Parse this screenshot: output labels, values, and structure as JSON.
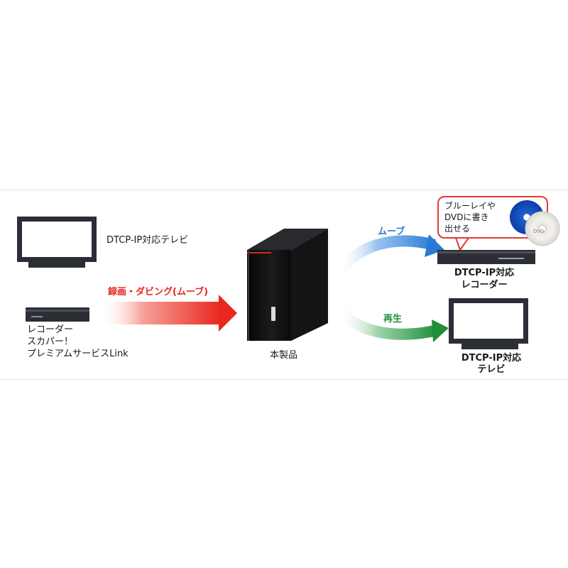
{
  "left": {
    "tv_label": "DTCP-IP対応テレビ",
    "recorder_lines": [
      "レコーダー",
      "スカパー！",
      "プレミアムサービスLink"
    ]
  },
  "center": {
    "transfer_label": "録画・ダビング(ムーブ)",
    "nas_label": "本製品"
  },
  "right": {
    "move_label": "ムーブ",
    "play_label": "再生",
    "bubble_text": "ブルーレイや\nDVDに書き\n出せる",
    "recorder_label_1": "DTCP-IP対応",
    "recorder_label_2": "レコーダー",
    "tv_label_1": "DTCP-IP対応",
    "tv_label_2": "テレビ",
    "disc_text": "DVD"
  },
  "colors": {
    "red_arrow": "#e8281e",
    "blue_arrow": "#2a7ad6",
    "green_arrow": "#1f8f3a",
    "device_dark": "#2b2e35",
    "nas_accent": "#d8261c"
  },
  "icons": [
    "tv-icon",
    "recorder-icon",
    "nas-icon",
    "bluray-disc-icon",
    "dvd-disc-icon"
  ]
}
